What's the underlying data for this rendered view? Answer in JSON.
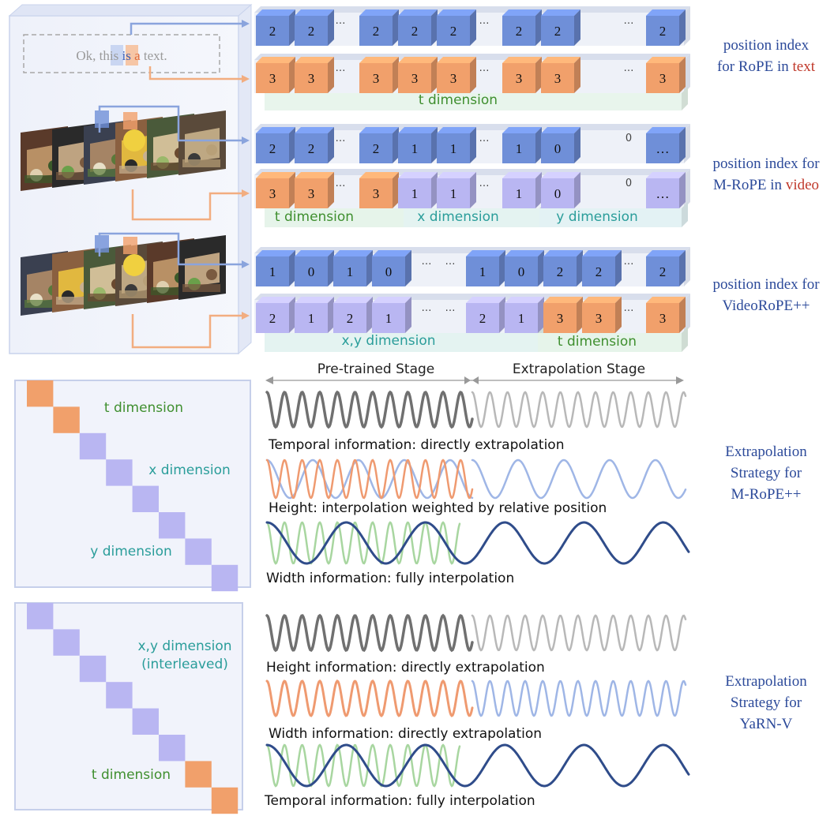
{
  "text_example": {
    "before": "Ok, this ",
    "is": "is",
    "space": " ",
    "a": "a",
    "after": " text."
  },
  "colors": {
    "blue_cube": "#6f8fd8",
    "orange_cube": "#f1a06b",
    "purple_cube": "#b9b6f2",
    "green_band": "#e8f5ec",
    "frame": "#eef1fa",
    "arrow_blue": "#8aa4dd",
    "arrow_orange": "#f2ad80",
    "label_blue": "#2c4a9a",
    "label_red": "#c0392b",
    "green_text": "#3f8f2f",
    "teal_text": "#2a9d9a"
  },
  "rope": {
    "row_blue": [
      "2",
      "2",
      "…",
      "2",
      "2",
      "2",
      "…",
      "2",
      "2",
      "…",
      "2"
    ],
    "row_orange": [
      "3",
      "3",
      "…",
      "3",
      "3",
      "3",
      "…",
      "3",
      "3",
      "…",
      "3"
    ],
    "band_label": "t dimension",
    "label": {
      "line1": "position index",
      "line2_pre": "for RoPE in ",
      "line2_hl": "text"
    }
  },
  "mrope": {
    "row_blue": [
      "2",
      "2",
      "…",
      "2",
      "1",
      "1",
      "…",
      "1",
      "0",
      "0",
      "…",
      "0"
    ],
    "row_bottom": [
      "3",
      "3",
      "…",
      "3",
      "1",
      "1",
      "…",
      "1",
      "0",
      "0",
      "…",
      "0"
    ],
    "bands": [
      "t dimension",
      "x dimension",
      "y dimension"
    ],
    "label": {
      "line1": "position index for",
      "line2_pre": "M-RoPE in ",
      "line2_hl": "video"
    }
  },
  "videorope": {
    "row_blue": [
      "1",
      "0",
      "1",
      "0",
      "…",
      "…",
      "1",
      "0",
      "2",
      "2",
      "…",
      "2"
    ],
    "row_bottom": [
      "2",
      "1",
      "2",
      "1",
      "…",
      "…",
      "2",
      "1",
      "3",
      "3",
      "…",
      "3"
    ],
    "bands": [
      "x,y dimension",
      "t dimension"
    ],
    "label": {
      "line1": "position index for",
      "line2": "VideoRoPE++"
    }
  },
  "stages": {
    "pretrained": "Pre-trained Stage",
    "extrapolation": "Extrapolation Stage"
  },
  "mropepp": {
    "captions": [
      "Temporal information: directly extrapolation",
      "Height: interpolation weighted by relative position",
      "Width information: fully interpolation"
    ],
    "matrix_labels": [
      "t dimension",
      "x dimension",
      "y dimension"
    ],
    "label": [
      "Extrapolation",
      "Strategy for",
      "M-RoPE++"
    ]
  },
  "yarnv": {
    "captions": [
      "Height information: directly extrapolation",
      "Width information: directly extrapolation",
      "Temporal information: fully interpolation"
    ],
    "matrix_labels": [
      "x,y dimension",
      "(interleaved)",
      "t dimension"
    ],
    "label": [
      "Extrapolation",
      "Strategy for",
      "YaRN-V"
    ]
  }
}
